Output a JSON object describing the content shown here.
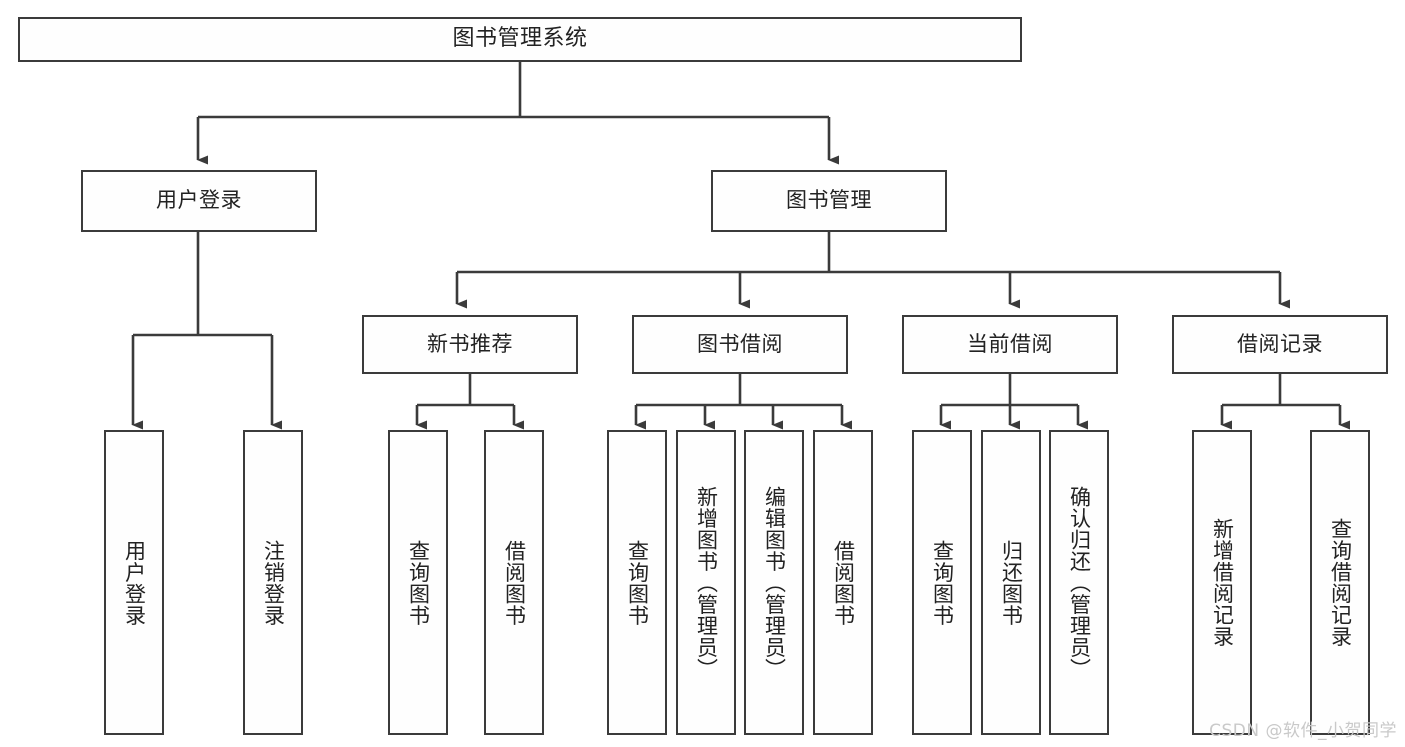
{
  "diagram": {
    "type": "tree-hierarchy",
    "title": "图书管理系统",
    "watermark": "CSDN @软件_小贺同学",
    "colors": {
      "stroke": "#3b3b3b",
      "fill": "#fefefe",
      "text": "#222222",
      "watermark": "#c9c9c9"
    },
    "root": {
      "label": "图书管理系统"
    },
    "level2": [
      {
        "label": "用户登录"
      },
      {
        "label": "图书管理"
      }
    ],
    "level3": [
      {
        "label": "新书推荐"
      },
      {
        "label": "图书借阅"
      },
      {
        "label": "当前借阅"
      },
      {
        "label": "借阅记录"
      }
    ],
    "leaves": {
      "user_login": [
        {
          "label": "用户登录"
        },
        {
          "label": "注销登录"
        }
      ],
      "new_book": [
        {
          "label": "查询图书"
        },
        {
          "label": "借阅图书"
        }
      ],
      "book_borrow": [
        {
          "label": "查询图书"
        },
        {
          "label": "新增图书（管理员）"
        },
        {
          "label": "编辑图书（管理员）"
        },
        {
          "label": "借阅图书"
        }
      ],
      "current_borrow": [
        {
          "label": "查询图书"
        },
        {
          "label": "归还图书"
        },
        {
          "label": "确认归还（管理员）"
        }
      ],
      "borrow_record": [
        {
          "label": "新增借阅记录"
        },
        {
          "label": "查询借阅记录"
        }
      ]
    }
  }
}
